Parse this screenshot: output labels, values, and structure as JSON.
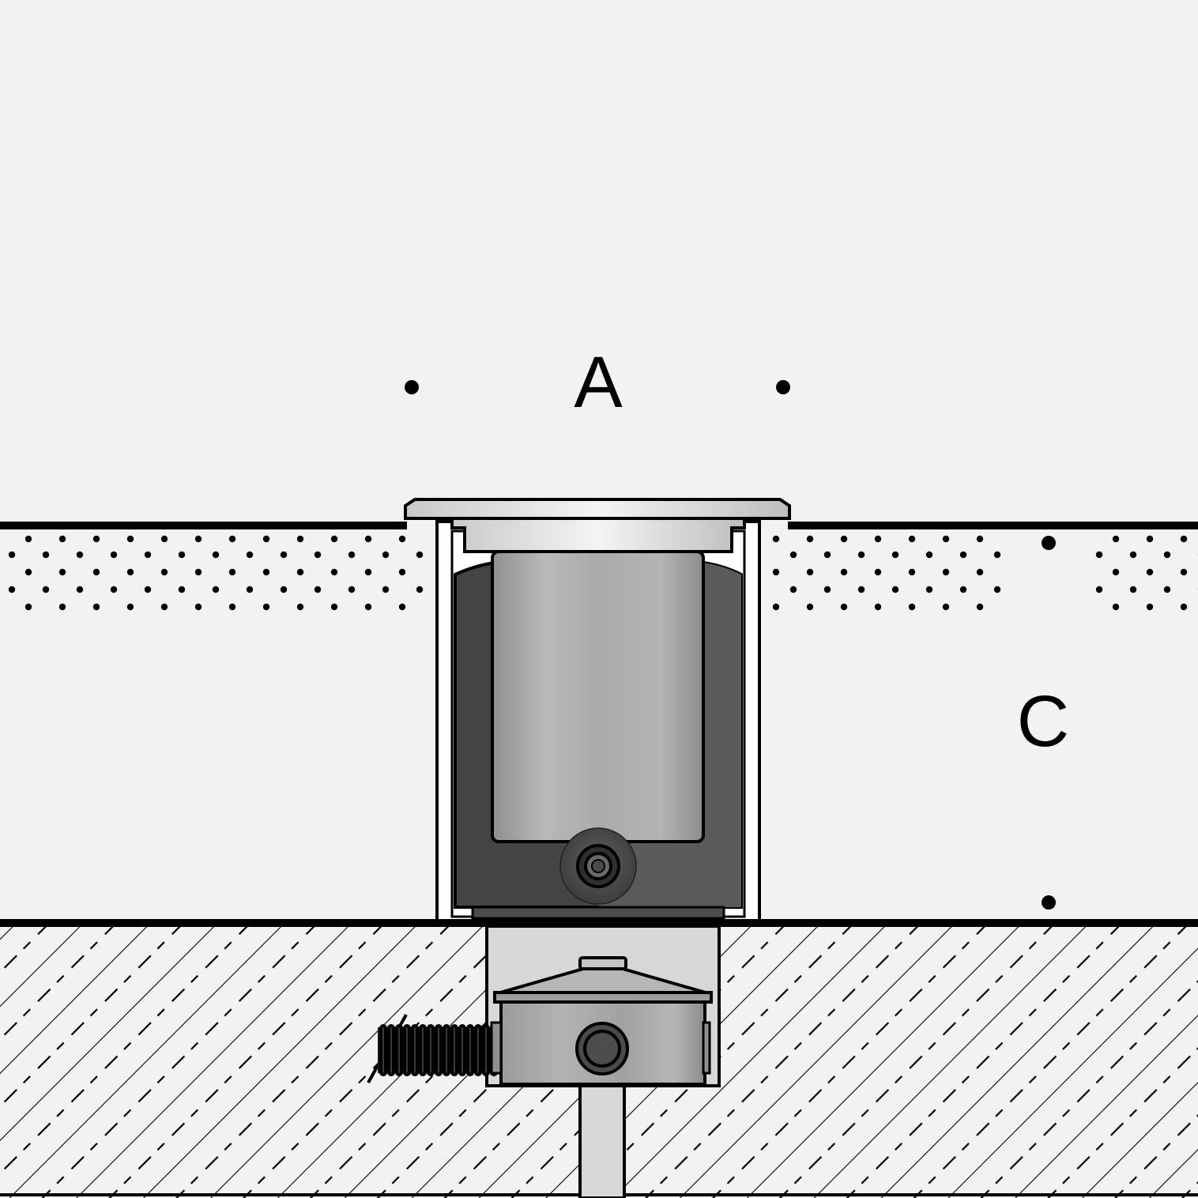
{
  "diagram": {
    "labels": {
      "a": "A",
      "c": "C"
    },
    "colors": {
      "background": "#f2f2f2",
      "outline": "#000000",
      "housing_dark": "#454545",
      "housing_mid": "#5c5c5c",
      "lamp_body": "#b4b5b8",
      "steel_light": "#d8d9db",
      "box_body": "#a5a6a9"
    },
    "icons": {
      "fixture": "recessed-ground-light",
      "junction_box": "junction-box",
      "conduit": "corrugated-conduit",
      "cable": "supply-cable"
    }
  }
}
